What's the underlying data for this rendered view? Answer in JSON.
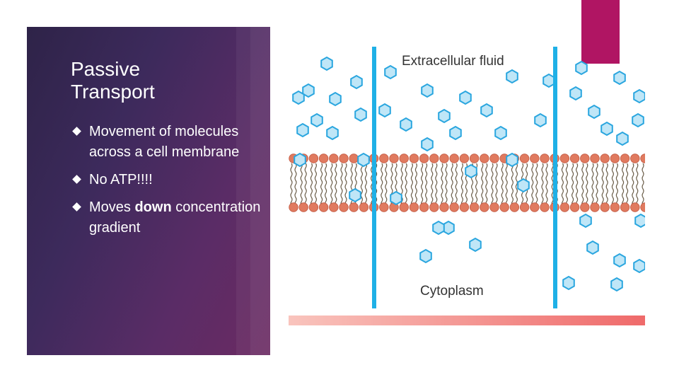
{
  "slide": {
    "title": "Passive\nTransport",
    "bullets": [
      {
        "text": "Movement of molecules across a cell membrane"
      },
      {
        "text": "No ATP!!!!"
      },
      {
        "pre": "Moves ",
        "bold": "down",
        "post": " concentration gradient"
      }
    ]
  },
  "figure": {
    "top_label": "Extracellular fluid",
    "bottom_label": "Cytoplasm",
    "colors": {
      "molecule_fill": "#bfe6f7",
      "molecule_stroke": "#2aa6df",
      "phospholipid_head": "#e07a5f",
      "tail": "#6b5e4a",
      "channel": "#1fb0e6",
      "gradient_bar_start": "#f9c4bd",
      "gradient_bar_end": "#ef6a6a"
    }
  },
  "theme": {
    "accent_color": "#b01563"
  }
}
